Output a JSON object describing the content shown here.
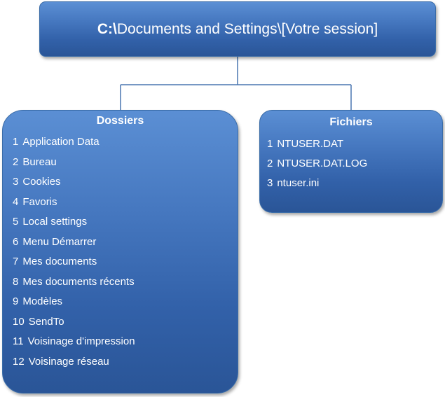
{
  "root": {
    "drive": "C:\\",
    "path": "Documents and Settings\\[Votre session]"
  },
  "dossiers": {
    "title": "Dossiers",
    "items": [
      {
        "num": "1",
        "label": "Application Data"
      },
      {
        "num": "2",
        "label": "Bureau"
      },
      {
        "num": "3",
        "label": "Cookies"
      },
      {
        "num": "4",
        "label": "Favoris"
      },
      {
        "num": "5",
        "label": "Local settings"
      },
      {
        "num": "6",
        "label": "Menu Démarrer"
      },
      {
        "num": "7",
        "label": "Mes documents"
      },
      {
        "num": "8",
        "label": "Mes documents récents"
      },
      {
        "num": "9",
        "label": "Modèles"
      },
      {
        "num": "10",
        "label": "SendTo"
      },
      {
        "num": "11",
        "label": "Voisinage d'impression"
      },
      {
        "num": "12",
        "label": "Voisinage réseau"
      }
    ]
  },
  "fichiers": {
    "title": "Fichiers",
    "items": [
      {
        "num": "1",
        "label": "NTUSER.DAT"
      },
      {
        "num": "2",
        "label": "NTUSER.DAT.LOG"
      },
      {
        "num": "3",
        "label": "ntuser.ini"
      }
    ]
  },
  "colors": {
    "box_fill": "#3d6db5",
    "box_border": "#3a6ca8",
    "connector": "#4a76b0",
    "text": "#ffffff"
  }
}
